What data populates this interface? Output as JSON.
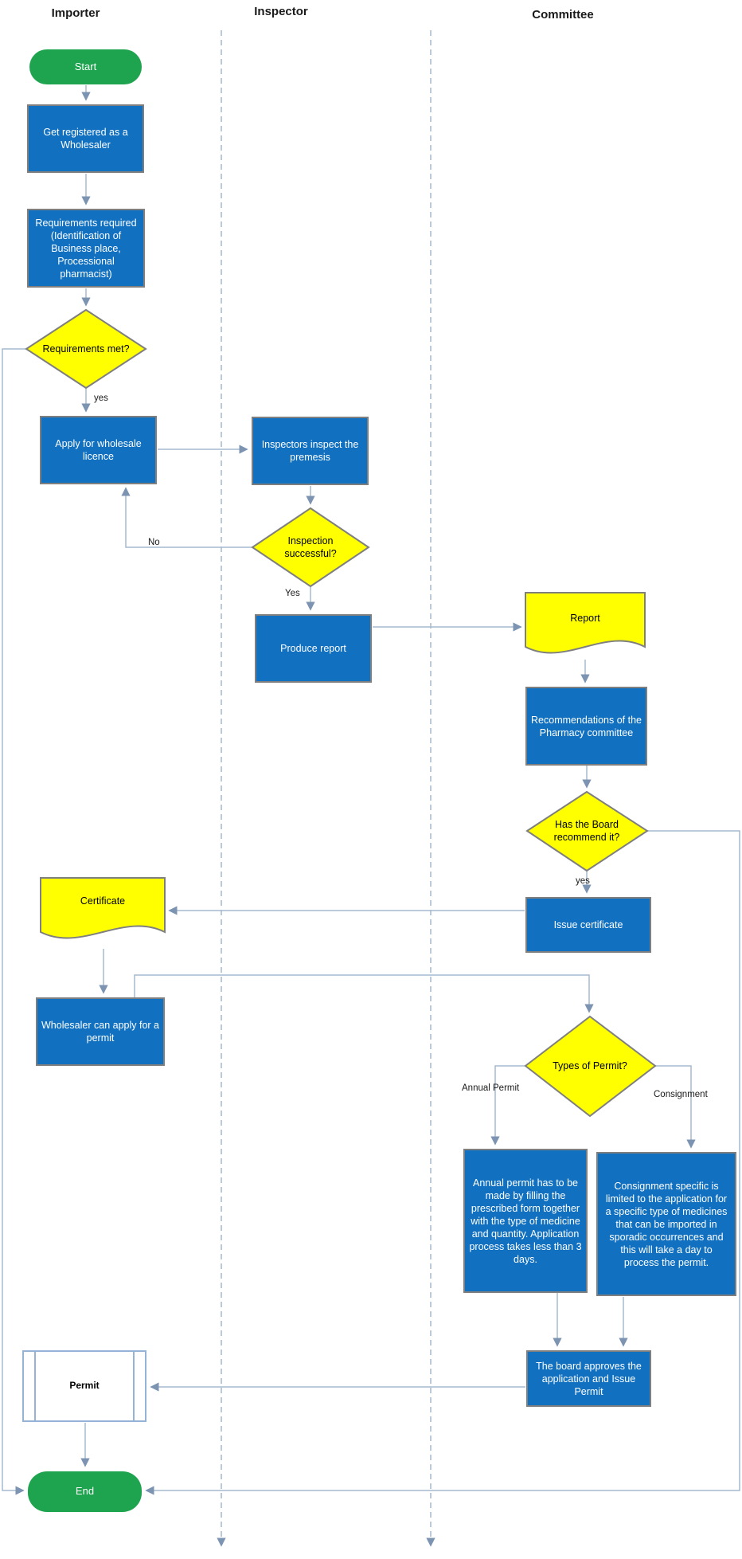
{
  "lanes": {
    "importer": "Importer",
    "inspector": "Inspector",
    "committee": "Committee"
  },
  "nodes": {
    "start": "Start",
    "get_registered": "Get registered as a Wholesaler",
    "requirements_required": "Requirements required (Identification of Business place, Processional pharmacist)",
    "requirements_met": "Requirements met?",
    "apply_wholesale": "Apply for wholesale licence",
    "inspectors_inspect": "Inspectors inspect the premesis",
    "inspection_successful": "Inspection successful?",
    "produce_report": "Produce report",
    "report_doc": "Report",
    "recommendations": "Recommendations of the Pharmacy committee",
    "board_recommend": "Has the Board recommend it?",
    "issue_certificate": "Issue certificate",
    "certificate_doc": "Certificate",
    "wholesaler_apply": "Wholesaler can apply for a permit",
    "types_of_permit": "Types of Permit?",
    "annual_permit_info": "Annual permit has to be made by filling the prescribed form together with the type of medicine and quantity. Application process takes less than 3 days.",
    "consignment_info": "Consignment specific is limited to the application for a specific type of medicines that can be imported in sporadic occurrences and this will take a day to process the permit.",
    "board_approves": "The board approves the application and Issue Permit",
    "permit_doc": "Permit",
    "end": "End"
  },
  "edge_labels": {
    "requirements_yes": "yes",
    "inspection_no": "No",
    "inspection_yes": "Yes",
    "board_yes": "yes",
    "annual_branch": "Annual Permit",
    "consignment_branch": "Consignment"
  },
  "colors": {
    "process_fill": "#1170c0",
    "process_border": "#7f7f7f",
    "decision_fill": "#ffff00",
    "document_fill": "#ffff00",
    "terminator_fill": "#1ea44e",
    "permit_border": "#95b3d7",
    "connector_line": "#a6bacf",
    "arrowhead": "#7c94b1",
    "lane_divider": "#a4b9cd"
  }
}
